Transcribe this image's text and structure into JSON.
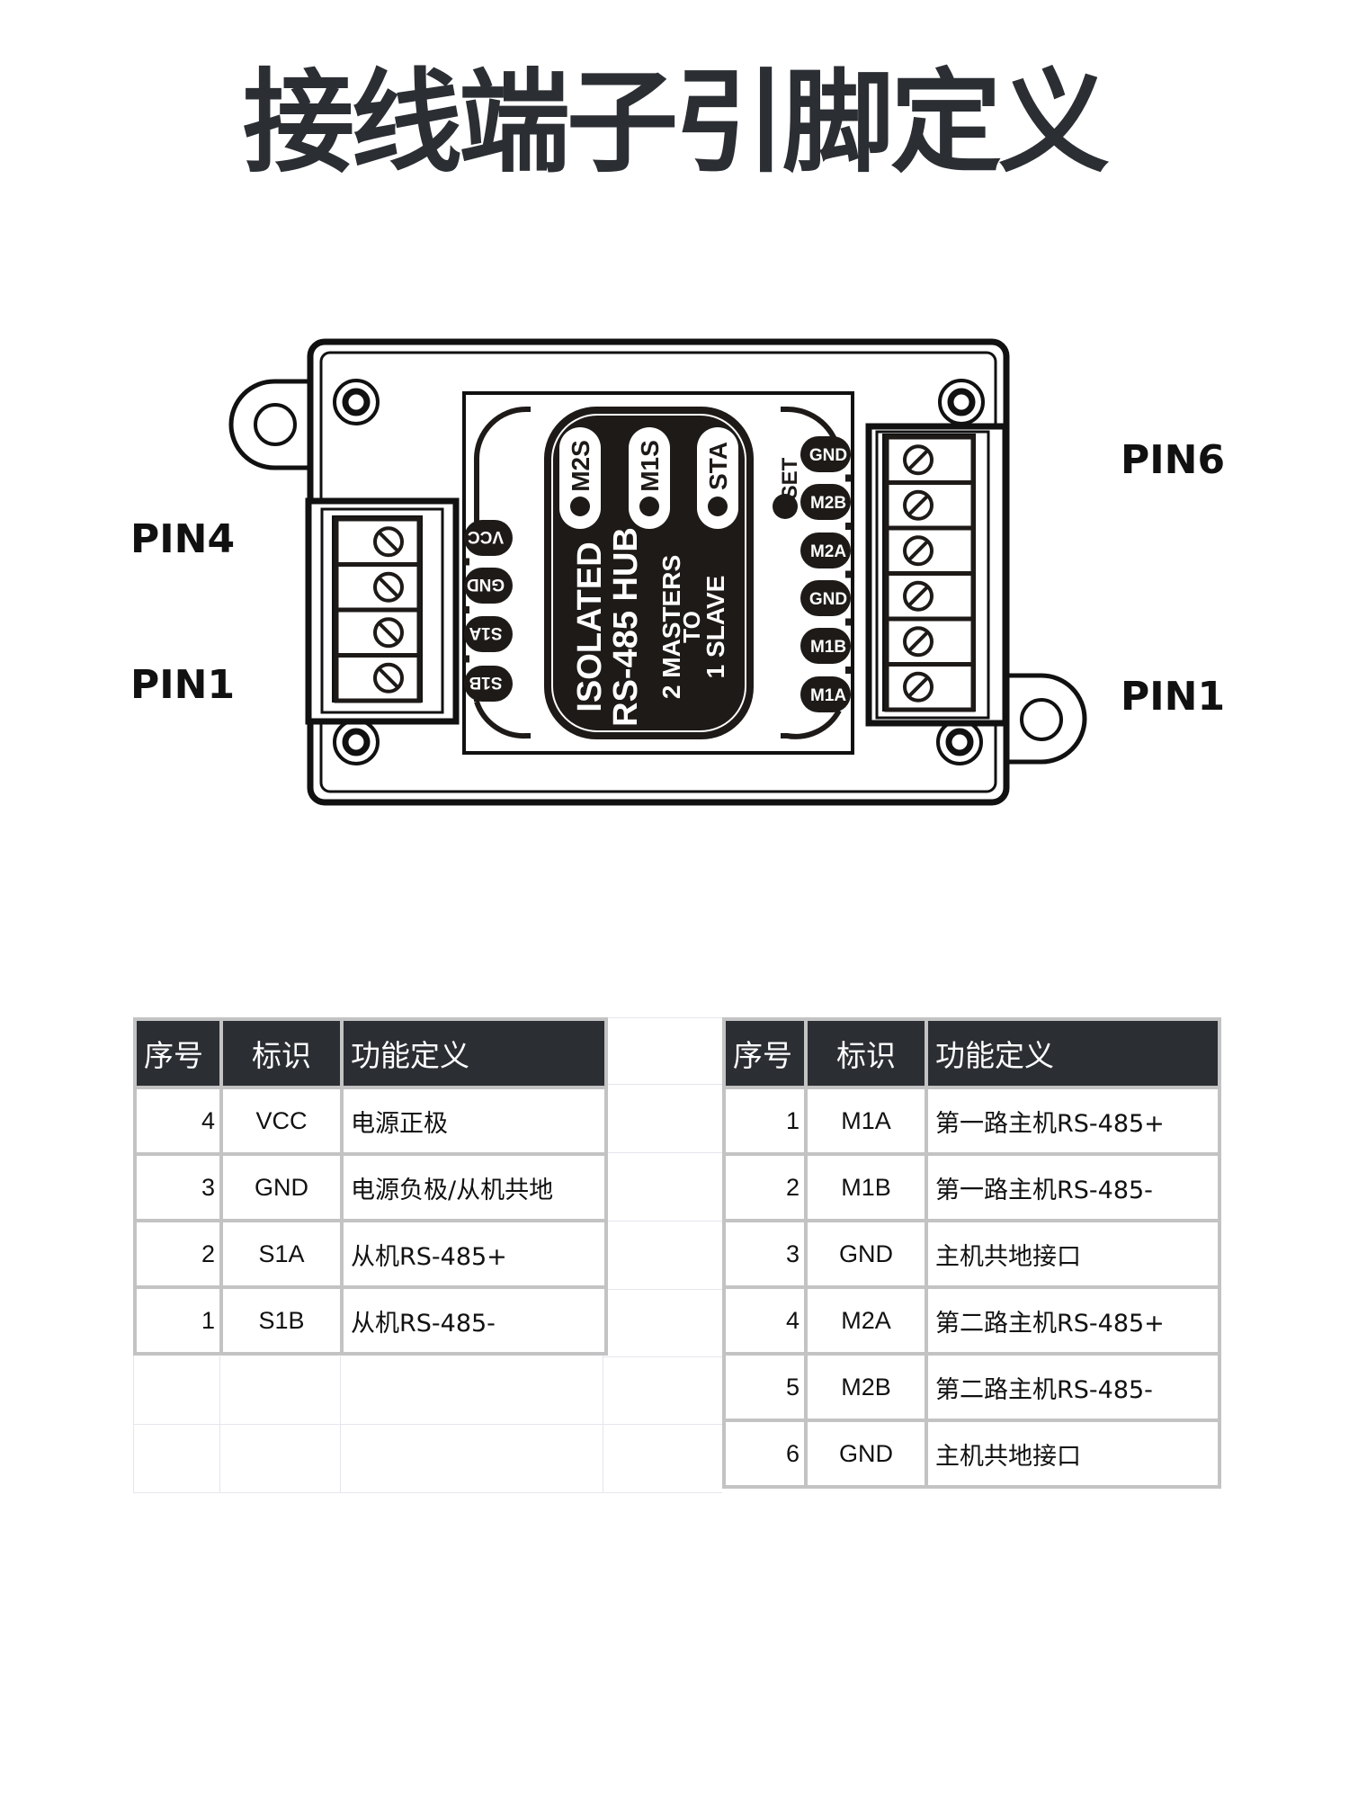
{
  "title": "接线端子引脚定义",
  "pin_labels": {
    "left_top": "PIN4",
    "left_bottom": "PIN1",
    "right_top": "PIN6",
    "right_bottom": "PIN1"
  },
  "device": {
    "name_line1": "ISOLATED",
    "name_line2": "RS-485 HUB",
    "desc_line1": "2 MASTERS",
    "desc_line2": "TO",
    "desc_line3": "1 SLAVE",
    "leds": [
      "M2S",
      "M1S",
      "STA"
    ],
    "set_label": "SET",
    "left_terminals": [
      "VCC",
      "GND",
      "S1A",
      "S1B"
    ],
    "right_terminals": [
      "GND",
      "M2B",
      "M2A",
      "GND",
      "M1B",
      "M1A"
    ]
  },
  "left_table": {
    "headers": [
      "序号",
      "标识",
      "功能定义"
    ],
    "rows": [
      {
        "seq": "4",
        "mark": "VCC",
        "func": "电源正极"
      },
      {
        "seq": "3",
        "mark": "GND",
        "func": "电源负极/从机共地"
      },
      {
        "seq": "2",
        "mark": "S1A",
        "func": "从机RS-485+"
      },
      {
        "seq": "1",
        "mark": "S1B",
        "func": "从机RS-485-"
      }
    ]
  },
  "right_table": {
    "headers": [
      "序号",
      "标识",
      "功能定义"
    ],
    "rows": [
      {
        "seq": "1",
        "mark": "M1A",
        "func": "第一路主机RS-485+"
      },
      {
        "seq": "2",
        "mark": "M1B",
        "func": "第一路主机RS-485-"
      },
      {
        "seq": "3",
        "mark": "GND",
        "func": "主机共地接口"
      },
      {
        "seq": "4",
        "mark": "M2A",
        "func": "第二路主机RS-485+"
      },
      {
        "seq": "5",
        "mark": "M2B",
        "func": "第二路主机RS-485-"
      },
      {
        "seq": "6",
        "mark": "GND",
        "func": "主机共地接口"
      }
    ]
  },
  "colors": {
    "title": "#2b2e33",
    "header_bg": "#2b2e33",
    "border": "#c3c3c3",
    "ink": "#111111"
  }
}
